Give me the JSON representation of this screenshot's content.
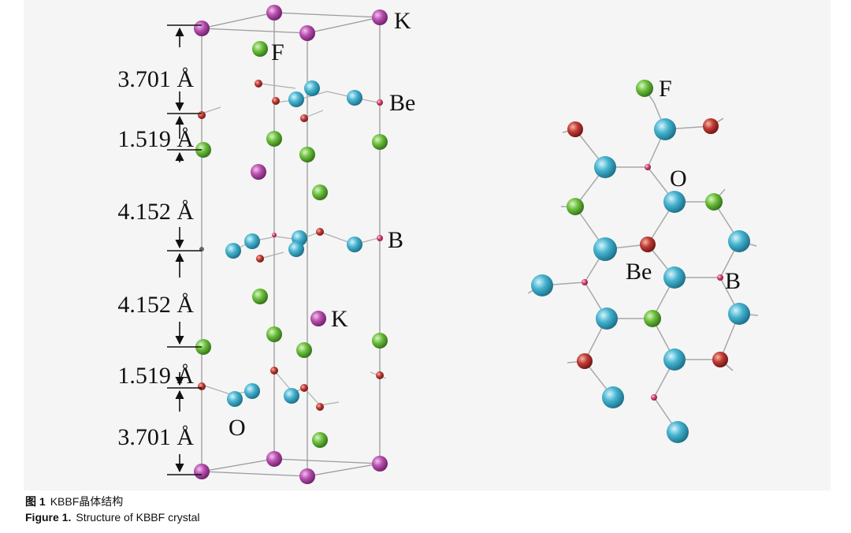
{
  "figure": {
    "spacings": [
      "3.701 Å",
      "1.519 Å",
      "4.152 Å",
      "4.152 Å",
      "1.519 Å",
      "3.701 Å"
    ],
    "left_labels": {
      "k_top": "K",
      "f": "F",
      "be": "Be",
      "b": "B",
      "k_mid": "K",
      "o": "O"
    },
    "right_labels": {
      "f": "F",
      "o": "O",
      "be": "Be",
      "b": "B"
    },
    "atom_colors": {
      "K": "#b94fb0",
      "F": "#6cbf3c",
      "O": "#45b3cf",
      "Be": "#c23b36",
      "B": "#d7466d"
    }
  },
  "captions": {
    "cn_label": "图 1",
    "cn_text": "KBBF晶体结构",
    "en_label": "Figure 1.",
    "en_text": "Structure of KBBF crystal"
  }
}
